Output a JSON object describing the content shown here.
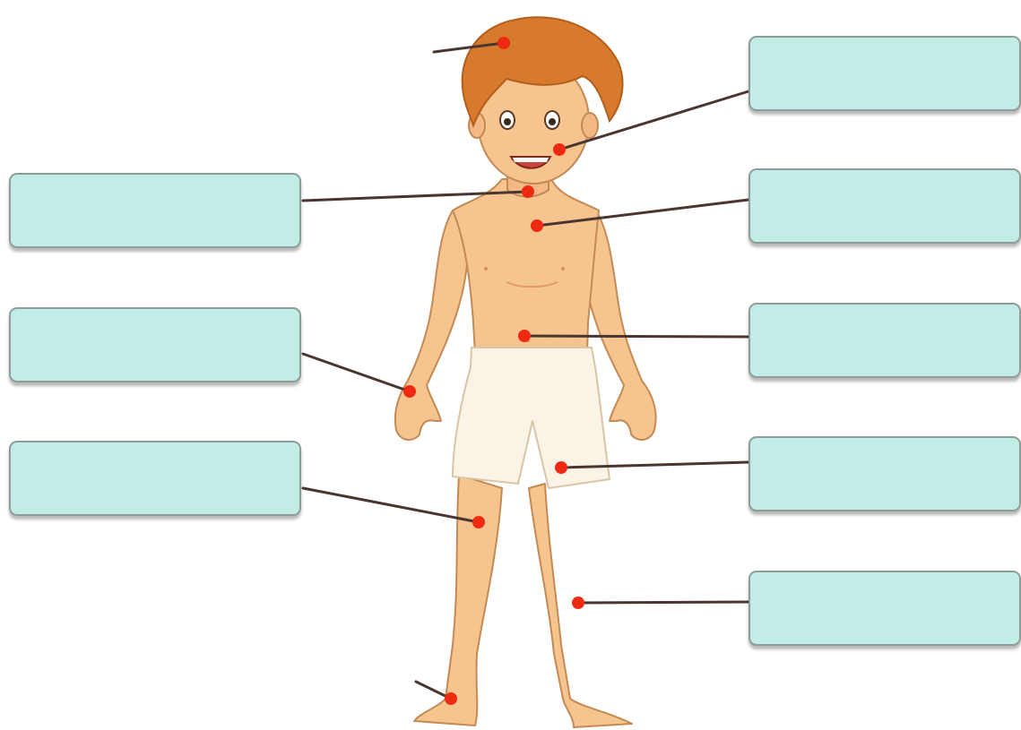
{
  "colors": {
    "box_fill": "#c2ede7",
    "box_border": "#8e9d9a",
    "leader_line": "#4a3631",
    "marker": "#ef2a12",
    "skin": "#f6c48f",
    "hair": "#d77a2e",
    "shorts": "#fbf4e6"
  },
  "label_boxes": [
    {
      "id": "box-face",
      "text": ""
    },
    {
      "id": "box-chest",
      "text": ""
    },
    {
      "id": "box-stomach",
      "text": ""
    },
    {
      "id": "box-thigh",
      "text": ""
    },
    {
      "id": "box-leg",
      "text": ""
    },
    {
      "id": "box-neck",
      "text": ""
    },
    {
      "id": "box-hand",
      "text": ""
    },
    {
      "id": "box-knee",
      "text": ""
    }
  ],
  "markers": [
    {
      "part": "hair"
    },
    {
      "part": "mouth"
    },
    {
      "part": "neck"
    },
    {
      "part": "chest"
    },
    {
      "part": "stomach"
    },
    {
      "part": "hand"
    },
    {
      "part": "thigh"
    },
    {
      "part": "knee"
    },
    {
      "part": "leg"
    },
    {
      "part": "foot"
    }
  ]
}
